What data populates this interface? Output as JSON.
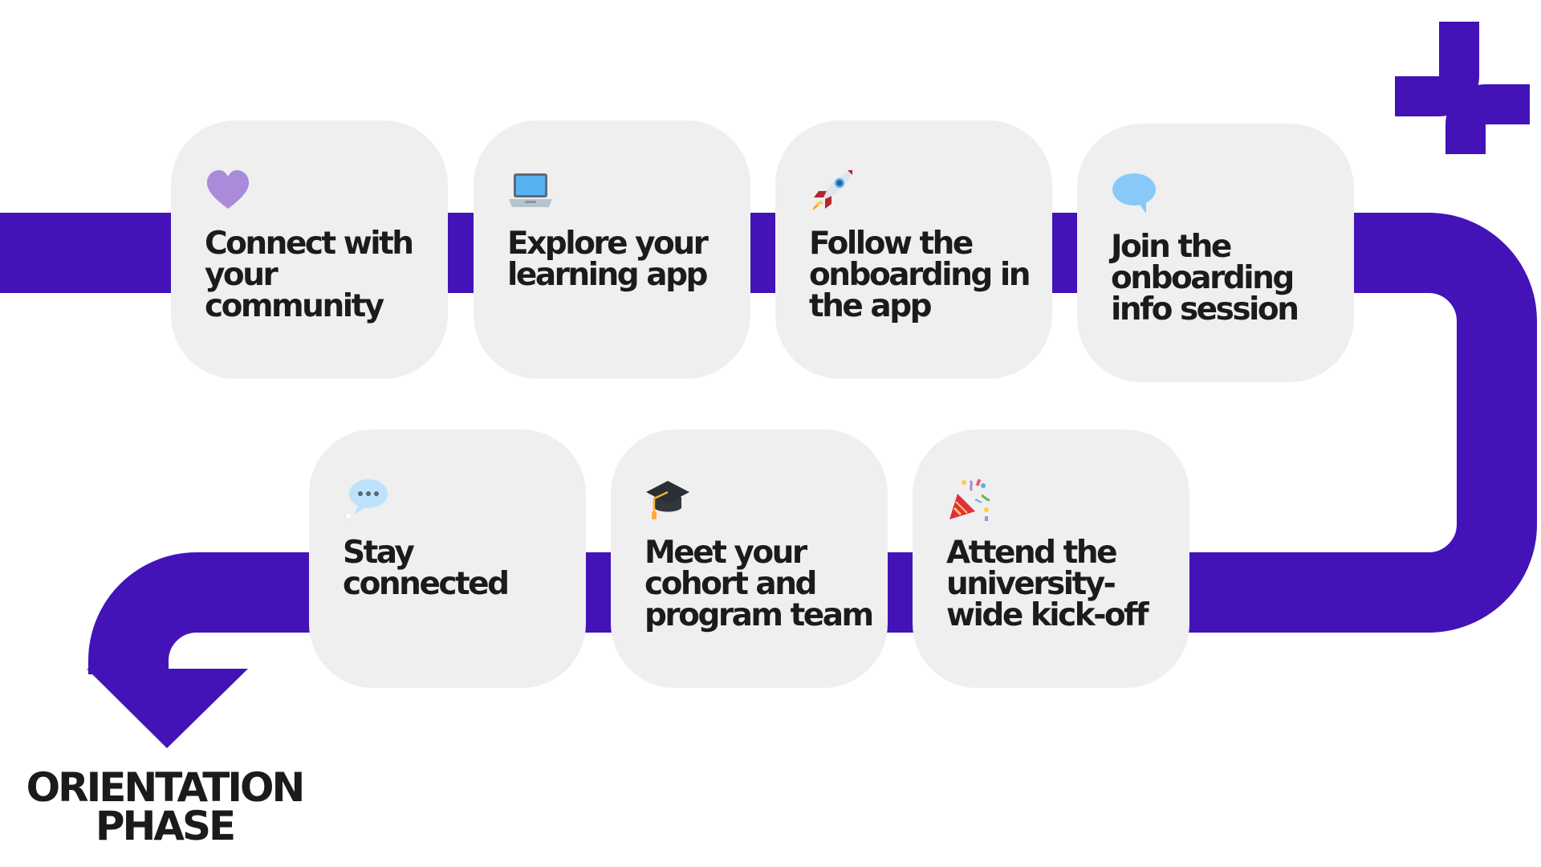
{
  "colors": {
    "accent": "#4313b8",
    "card_background": "#efefef",
    "text": "#1b1b1b",
    "background": "#ffffff"
  },
  "steps": [
    {
      "label": "Connect with your community",
      "icon": "purple-heart-icon"
    },
    {
      "label": "Explore your learning app",
      "icon": "laptop-icon"
    },
    {
      "label": "Follow the onboarding in the app",
      "icon": "rocket-icon"
    },
    {
      "label": "Join the onboarding info session",
      "icon": "speech-bubble-icon"
    },
    {
      "label": "Attend the university-wide kick-off",
      "icon": "party-popper-icon"
    },
    {
      "label": "Meet your cohort and program team",
      "icon": "graduation-cap-icon"
    },
    {
      "label": "Stay connected",
      "icon": "typing-bubble-icon"
    }
  ],
  "phase_label": "ORIENTATION PHASE",
  "logo": "brand-logo"
}
